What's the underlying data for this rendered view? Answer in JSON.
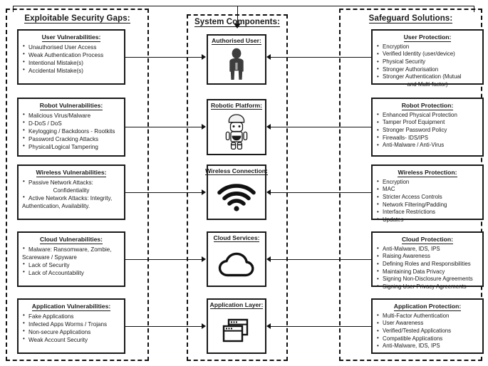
{
  "diagram": {
    "title_left": "Exploitable Security Gaps:",
    "title_mid": "System Components:",
    "title_right": "Safeguard Solutions:"
  },
  "left_column": {
    "heading": "Exploitable Security Gaps:",
    "cards": [
      {
        "title": "User Vulnerabilities:",
        "items": [
          "Unauthorised User Access",
          "Weak Authentication Process",
          "Intentional Mistake(s)",
          "Accidental Mistake(s)"
        ]
      },
      {
        "title": "Robot Vulnerabilities:",
        "items": [
          "Malicious Virus/Malware",
          "D-DoS / DoS",
          "Keylogging / Backdoors - Rootkits",
          "Password Cracking Attacks",
          "Physical/Logical Tampering"
        ]
      },
      {
        "title": "Wireless Vulnerabilities:",
        "items": [
          "Passive Network Attacks:",
          "Confidentiality",
          "Active Network Attacks: Integrity,",
          "Authentication, Availability."
        ]
      },
      {
        "title": "Cloud Vulnerabilities:",
        "items": [
          "Malware: Ransomware, Zombie,",
          "Scareware / Spyware",
          "Lack of Security",
          "Lack of Accountability"
        ]
      },
      {
        "title": "Application Vulnerabilities:",
        "items": [
          "Fake Applications",
          "Infected Apps Worms / Trojans",
          "Non-secure Applications",
          "Weak Account Security"
        ]
      }
    ]
  },
  "middle_column": {
    "heading": "System Components:",
    "components": [
      {
        "title": "Authorised User:",
        "icon": "person-silhouette-icon"
      },
      {
        "title": "Robotic Platform:",
        "icon": "humanoid-robot-icon"
      },
      {
        "title": "Wireless Connection:",
        "icon": "wifi-signal-icon"
      },
      {
        "title": "Cloud Services:",
        "icon": "cloud-outline-icon"
      },
      {
        "title": "Application Layer:",
        "icon": "stacked-windows-icon"
      }
    ]
  },
  "right_column": {
    "heading": "Safeguard Solutions:",
    "cards": [
      {
        "title": "User Protection:",
        "items": [
          "Encryption",
          "Verified Identity (user/device)",
          "Physical Security",
          "Stronger Authorisation",
          "Stronger Authentication (Mutual",
          "and Multi-factor)"
        ]
      },
      {
        "title": "Robot Protection:",
        "items": [
          "Enhanced Physical Protection",
          "Tamper Proof Equipment",
          "Stronger Password Policy",
          "Firewalls- IDS/IPS",
          "Anti-Malware / Anti-Virus"
        ]
      },
      {
        "title": "Wireless Protection:",
        "items": [
          "Encryption",
          "MAC",
          "Stricter Access Controls",
          "Network Filtering/Padding",
          "Interface Restrictions",
          "Updates"
        ]
      },
      {
        "title": "Cloud Protection:",
        "items": [
          "Anti-Malware, IDS, IPS",
          "Raising Awareness",
          "Defining Roles and Responsibilities",
          "Maintaining Data Privacy",
          "Signing Non-Disclosure Agreements",
          "Signing User Privacy Agreements"
        ]
      },
      {
        "title": "Application Protection:",
        "items": [
          "Multi-Factor Authentication",
          "User Awareness",
          "Verified/Tested Applications",
          "Compatible Applications",
          "Anti-Malware, IDS, IPS"
        ]
      }
    ]
  },
  "colors": {
    "stroke": "#1a1a1a",
    "background": "#ffffff"
  }
}
